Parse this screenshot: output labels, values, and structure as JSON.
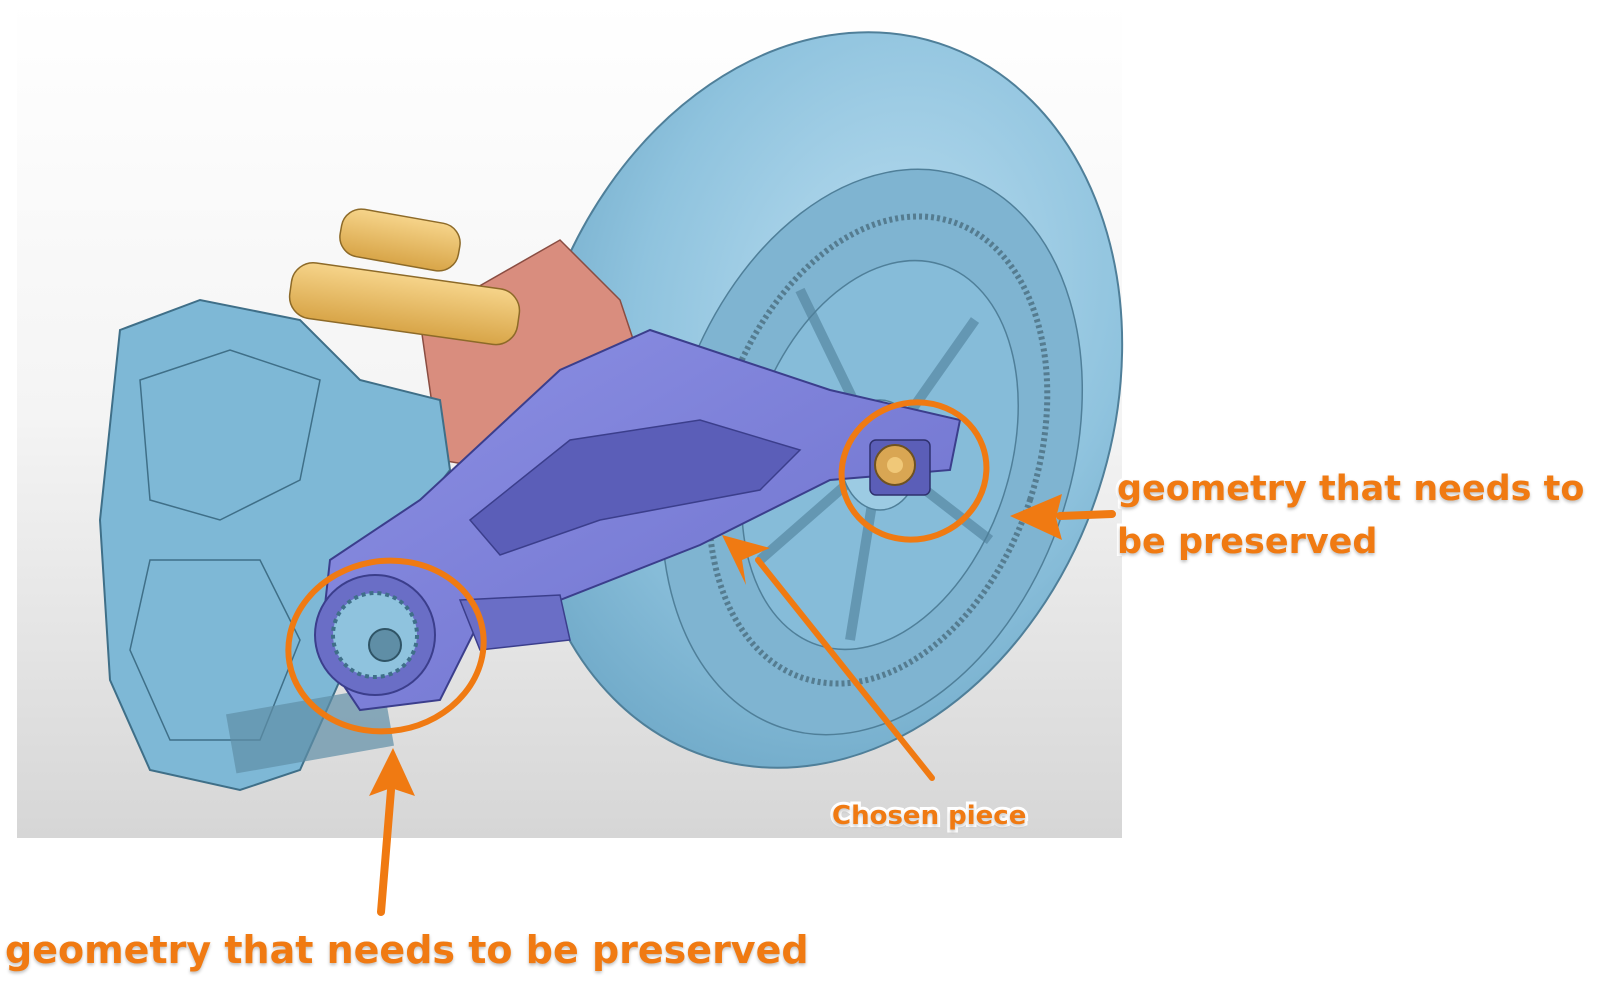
{
  "annotations": {
    "preserve_right": "geometry that needs to be preserved",
    "preserve_bottom": "geometry that needs to be preserved",
    "chosen_piece": "Chosen piece"
  },
  "colors": {
    "accent_orange": "#f07a12",
    "tire_blue": "#8fc3de",
    "frame_blue": "#7eb8d6",
    "swingarm_purple": "#7b7fd6",
    "linkage_salmon": "#d98d7e",
    "shock_gold": "#e8b85e",
    "background_gray": "#dcdcdc"
  }
}
